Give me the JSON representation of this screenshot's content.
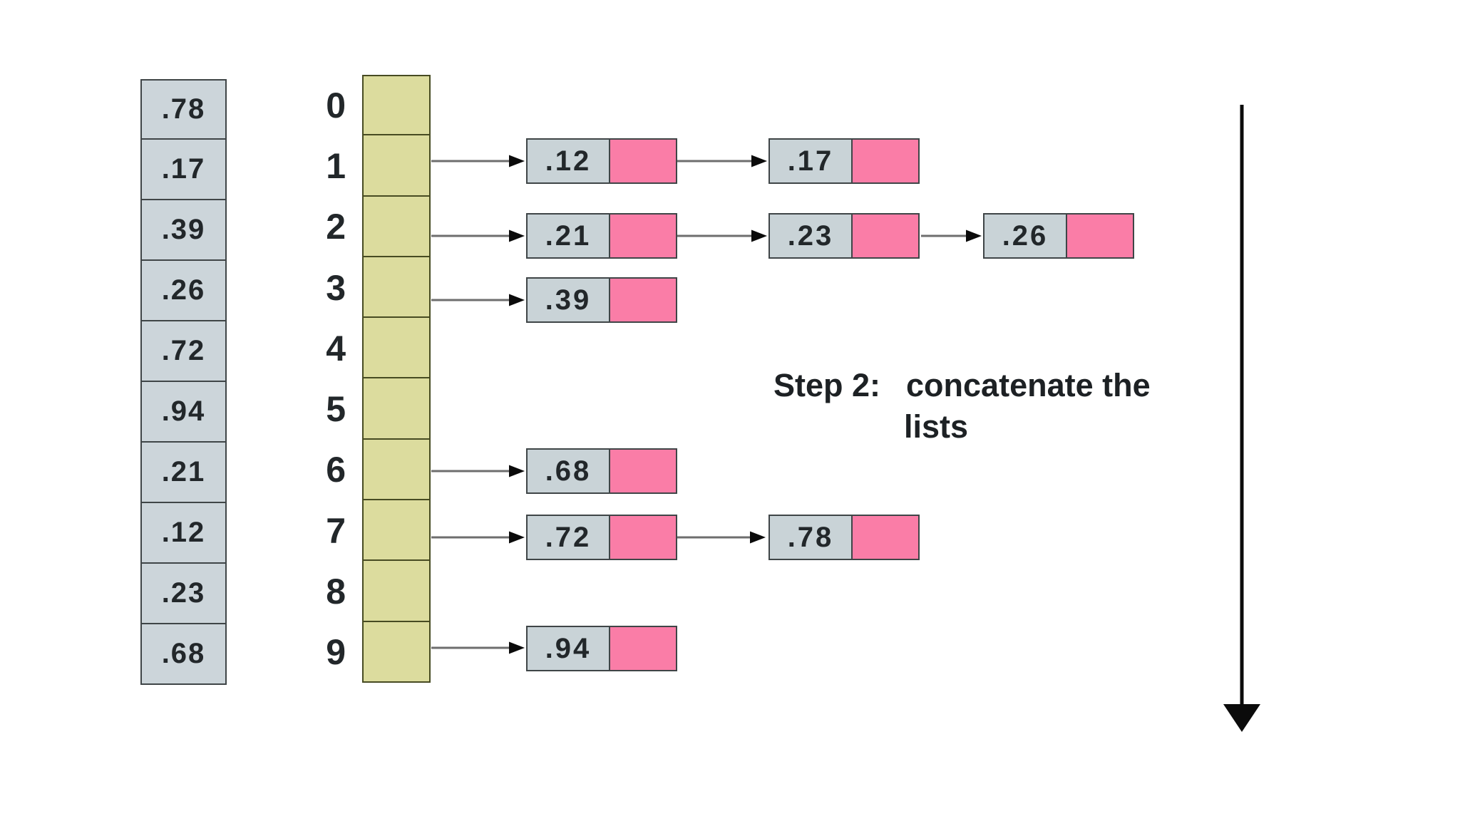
{
  "diagram": {
    "caption": {
      "step_label": "Step 2:",
      "line1": "concatenate the",
      "line2": "lists"
    },
    "input_array": {
      "values": [
        ".78",
        ".17",
        ".39",
        ".26",
        ".72",
        ".94",
        ".21",
        ".12",
        ".23",
        ".68"
      ]
    },
    "bucket_array": {
      "buckets": [
        {
          "index": "0",
          "nodes": []
        },
        {
          "index": "1",
          "nodes": [
            ".12",
            ".17"
          ]
        },
        {
          "index": "2",
          "nodes": [
            ".21",
            ".23",
            ".26"
          ]
        },
        {
          "index": "3",
          "nodes": [
            ".39"
          ]
        },
        {
          "index": "4",
          "nodes": []
        },
        {
          "index": "5",
          "nodes": []
        },
        {
          "index": "6",
          "nodes": [
            ".68"
          ]
        },
        {
          "index": "7",
          "nodes": [
            ".72",
            ".78"
          ]
        },
        {
          "index": "8",
          "nodes": []
        },
        {
          "index": "9",
          "nodes": [
            ".94"
          ]
        }
      ]
    },
    "colors": {
      "background": "#ffffff",
      "input_cell_fill": "#ccd5da",
      "bucket_cell_fill": "#dcdc9e",
      "node_value_fill": "#c9d3d7",
      "node_pointer_fill": "#fa7da7",
      "border_dark": "#3f4547",
      "bucket_border": "#474b22",
      "connector": "#6e6e6e",
      "arrow_black": "#0b0b0b",
      "text": "#22272a"
    }
  }
}
